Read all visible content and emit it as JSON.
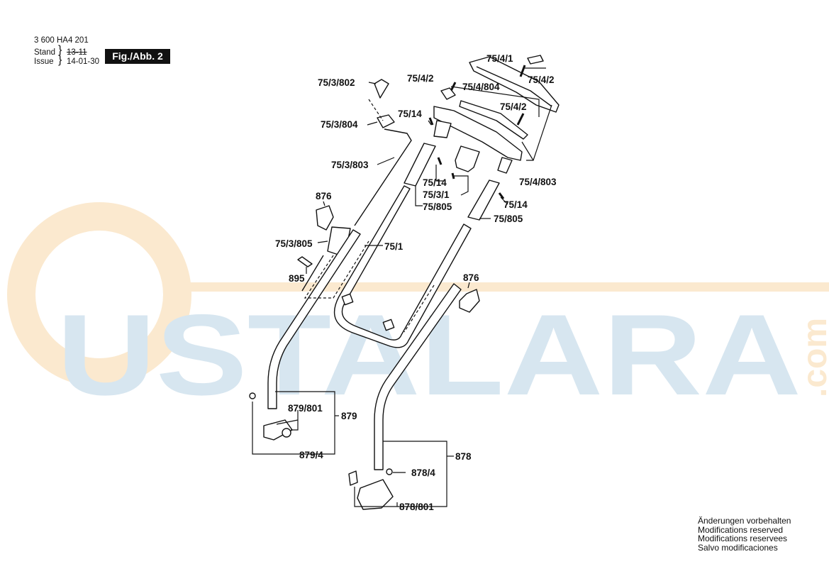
{
  "header": {
    "doc_number": "3 600 HA4 201",
    "stand_label": "Stand",
    "issue_label": "Issue",
    "brace": "}",
    "stand_value": "13-11",
    "issue_value": "14-01-30",
    "figure_badge": "Fig./Abb. 2"
  },
  "watermark": {
    "text": "USTALARA",
    "suffix": ".com"
  },
  "parts": {
    "p75_4_1": "75/4/1",
    "p75_4_2_a": "75/4/2",
    "p75_4_2_b": "75/4/2",
    "p75_4_2_c": "75/4/2",
    "p75_4_804": "75/4/804",
    "p75_4_803": "75/4/803",
    "p75_3_802": "75/3/802",
    "p75_3_804": "75/3/804",
    "p75_3_803": "75/3/803",
    "p75_14_a": "75/14",
    "p75_14_b": "75/14",
    "p75_14_c": "75/14",
    "p75_3_1": "75/3/1",
    "p75_805_a": "75/805",
    "p75_805_b": "75/805",
    "p876_a": "876",
    "p876_b": "876",
    "p75_3_805": "75/3/805",
    "p75_1": "75/1",
    "p895": "895",
    "p879_801": "879/801",
    "p879": "879",
    "p879_4": "879/4",
    "p878": "878",
    "p878_4": "878/4",
    "p878_801": "878/801"
  },
  "notice": {
    "de": "Änderungen vorbehalten",
    "en": "Modifications reserved",
    "fr": "Modifications reservees",
    "es": "Salvo modificaciones"
  }
}
